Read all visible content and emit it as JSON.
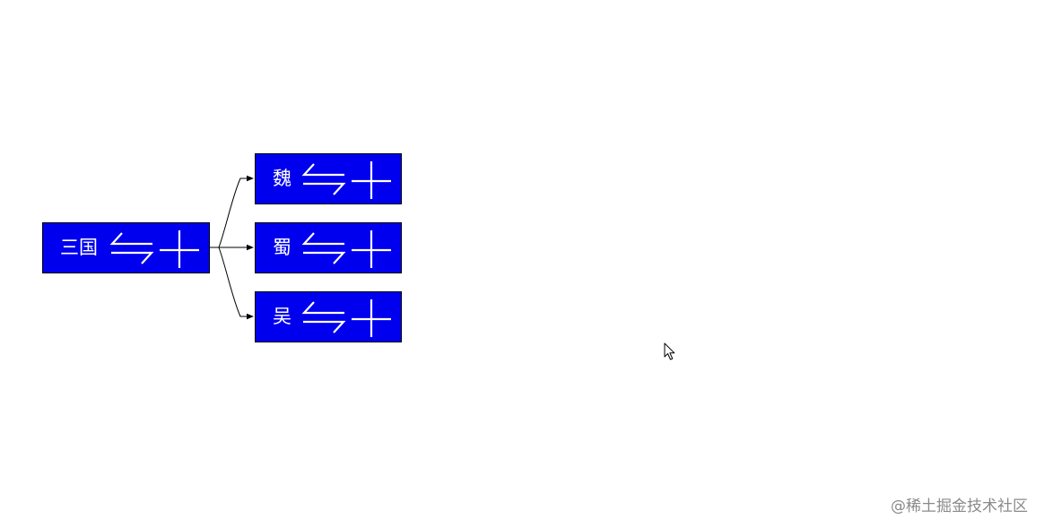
{
  "diagram": {
    "root": {
      "label": "三国"
    },
    "children": [
      {
        "label": "魏"
      },
      {
        "label": "蜀"
      },
      {
        "label": "吴"
      }
    ],
    "icons": [
      "swap-arrows-icon",
      "plus-icon"
    ],
    "colors": {
      "node_fill": "#0000ee",
      "node_text": "#ffffff",
      "connector": "#000000"
    }
  },
  "watermark": "@稀土掘金技术社区"
}
